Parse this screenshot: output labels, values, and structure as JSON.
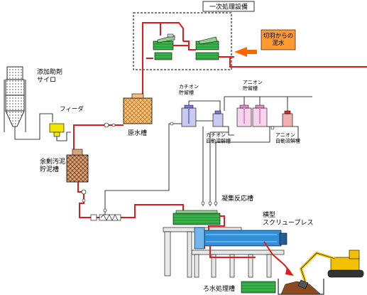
{
  "labels": {
    "primary_treatment": "一次処理設備",
    "mud_source": "切羽からの\n泥水",
    "additive_silo": "添加助剤\nサイロ",
    "feeder": "フィーダ",
    "raw_water_tank": "原水槽",
    "surplus_sludge_tank": "余剰汚泥\n貯泥槽",
    "cation_storage_tank": "カチオン\n貯留槽",
    "anion_storage_tank": "アニオン\n貯留槽",
    "cation_auto_dissolver": "カチオン\n自動溶解槽",
    "anion_auto_dissolver": "アニオン\n自動溶解槽",
    "flocculation_tank": "凝集反応槽",
    "screw_press": "横型\nスクリュープレス",
    "filtrate_tank": "ろ水処理槽"
  },
  "colors": {
    "pipe_red": "#e01b1b",
    "pipe_black": "#000000",
    "arrow_orange": "#ff6600",
    "label_box_orange": "#ff9933",
    "green_tank": "#39b54a",
    "tank_tan": "#f4c07a",
    "sludge_brown": "#a0522d",
    "screw_blue": "#2f8fd8",
    "cation_blue": "#7b7bd6",
    "anion_pink": "#e88ac8",
    "excavator_yellow": "#f2c200"
  }
}
